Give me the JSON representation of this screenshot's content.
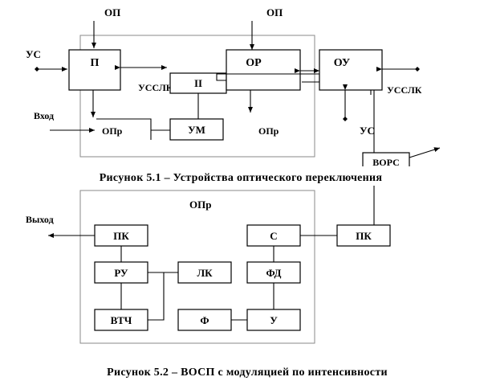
{
  "figure1": {
    "inputs": {
      "op_left": "ОП",
      "op_right": "ОП",
      "us_left": "УС",
      "vhod": "Вход",
      "us_bottom": "УС"
    },
    "blocks": {
      "p": "П",
      "or": "ОР",
      "ou": "ОУ",
      "ii": "II",
      "um": "УМ",
      "opr": "ОПр",
      "vors": "ВОРС"
    },
    "labels": {
      "ussl_left": "УССЛК",
      "ussl_right": "УССЛК",
      "opr_out": "ОПр"
    },
    "caption": "Рисунок  5.1 – Устройства  оптического  переключения"
  },
  "figure2": {
    "title": "ОПр",
    "output": "Выход",
    "blocks": {
      "pk_left": "ПК",
      "ru": "РУ",
      "vtch": "ВТЧ",
      "lk": "ЛК",
      "f": "Ф",
      "s": "С",
      "fd": "ФД",
      "u": "У",
      "pk_right": "ПК"
    },
    "caption": "Рисунок  5.2 – ВОСП  с модуляцией  по интенсивности"
  },
  "colors": {
    "frame": "#8a8a8a",
    "line": "#000000"
  }
}
